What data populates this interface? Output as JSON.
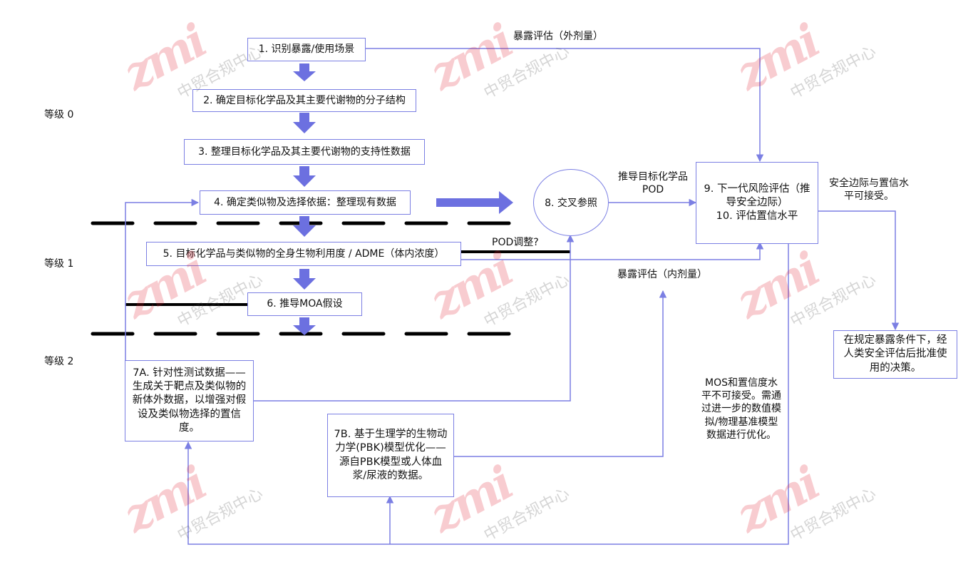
{
  "levels": {
    "level0": "等级 0",
    "level1": "等级 1",
    "level2": "等级 2"
  },
  "steps": {
    "s1": "1. 识别暴露/使用场景",
    "s2": "2. 确定目标化学品及其主要代谢物的分子结构",
    "s3": "3. 整理目标化学品及其主要代谢物的支持性数据",
    "s4": "4. 确定类似物及选择依据：整理现有数据",
    "s5": "5. 目标化学品与类似物的全身生物利用度 / ADME（体内浓度）",
    "s6": "6. 推导MOA假设",
    "s7a": "7A. 针对性测试数据——生成关于靶点及类似物的新体外数据，以增强对假设及类似物选择的置信度。",
    "s7b": "7B. 基于生理学的生物动力学(PBK)模型优化——源自PBK模型或人体血浆/尿液的数据。",
    "s8": "8. 交叉参照",
    "s9": "9. 下一代风险评估（推导安全边际）",
    "s10": "10. 评估置信水平",
    "decision": "在规定暴露条件下，经人类安全评估后批准使用的决策。"
  },
  "labels": {
    "external_exposure": "暴露评估（外剂量）",
    "internal_exposure": "暴露评估（内剂量）",
    "pod_derive_1": "推导目标化学品",
    "pod_derive_2": "POD",
    "pod_adjust": "POD调整?",
    "mos_ok": "安全边际与置信水平可接受。",
    "mos_not_ok": "MOS和置信度水平不可接受。需通过进一步的数值模拟/物理基准模型数据进行优化。"
  },
  "watermark": {
    "text": "中贸合规中心",
    "mark": "zmi"
  },
  "colors": {
    "line": "#7b7fe3",
    "arrow": "#6c70e0",
    "dash": "#000000",
    "watermark": "#e21b2c"
  }
}
